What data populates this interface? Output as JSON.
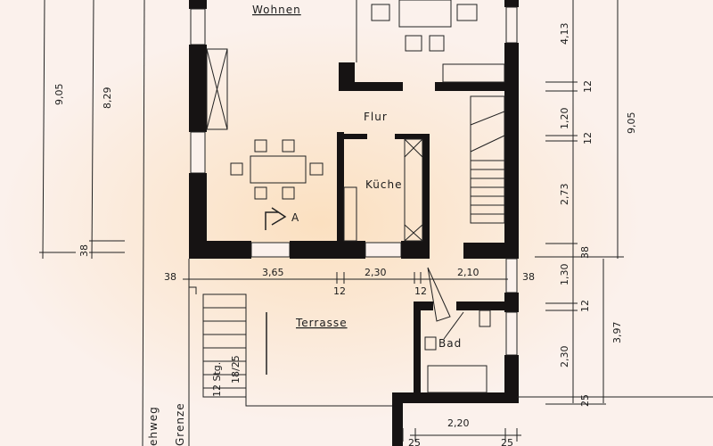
{
  "rooms": {
    "wohnen": "Wohnen",
    "flur": "Flur",
    "kueche": "Küche",
    "terrasse": "Terrasse",
    "bad": "Bad",
    "section_marker": "A"
  },
  "stairs": {
    "steps": "12 Stg.",
    "ratio": "18/25"
  },
  "site": {
    "gehweg": "ehweg",
    "grenze": "Grenze"
  },
  "dimensions": {
    "left": {
      "total": "9,05",
      "inner": "8,29",
      "wall": "38"
    },
    "right": {
      "d1": "4,13",
      "d2": "12",
      "d3": "1,20",
      "d4": "12",
      "d5": "2,73",
      "d6": "38",
      "d7": "1,30",
      "d8": "12",
      "d9": "2,30",
      "d10": "25",
      "total": "9,05",
      "sub_total": "3,97"
    },
    "horizontal": {
      "wall_left": "38",
      "w1": "3,65",
      "g1": "12",
      "w2": "2,30",
      "g2": "12",
      "w3": "2,10",
      "wall_right": "38"
    },
    "bottom": {
      "width": "2,20",
      "wall_left": "25",
      "wall_right": "25"
    }
  },
  "colors": {
    "paper": "#fbf1ec",
    "ink": "#161313",
    "glow": "#fbe2c4"
  }
}
